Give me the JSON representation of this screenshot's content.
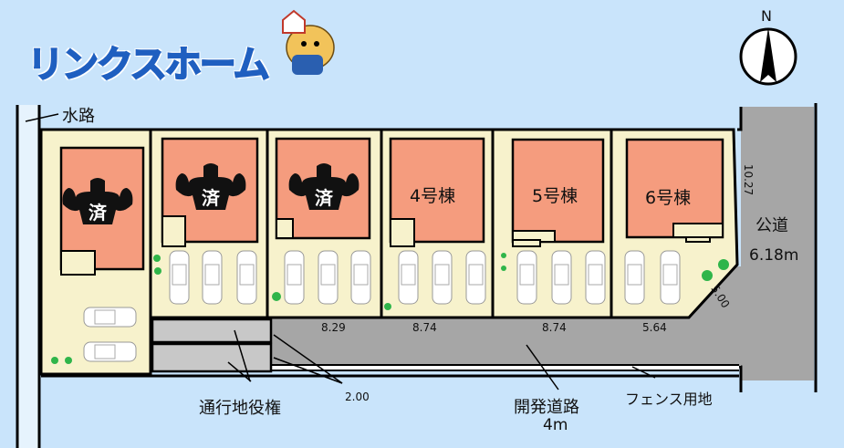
{
  "logo": {
    "text": "リンクスホーム"
  },
  "compass": {
    "label": "N"
  },
  "labels": {
    "waterway": "水路",
    "public_road": "公道",
    "public_road_width": "6.18m",
    "dev_road": "開発道路",
    "dev_road_width": "4m",
    "fence_land": "フェンス用地",
    "easement": "通行地役権",
    "easement_width": "2.00"
  },
  "dimensions": {
    "d1": "8.29",
    "d2": "8.74",
    "d3": "8.74",
    "d4": "5.64",
    "corner": "5.00",
    "side": "10.27"
  },
  "lots": [
    {
      "label": "済",
      "sold": true
    },
    {
      "label": "済",
      "sold": true
    },
    {
      "label": "済",
      "sold": true
    },
    {
      "label": "4号棟",
      "sold": false
    },
    {
      "label": "5号棟",
      "sold": false
    },
    {
      "label": "6号棟",
      "sold": false
    }
  ],
  "colors": {
    "background": "#c9e4fb",
    "lot": "#f7f2cc",
    "house": "#f59c7e",
    "road": "#a6a6a6",
    "easement": "#c8c8c8",
    "logo": "#1f5fc0"
  }
}
